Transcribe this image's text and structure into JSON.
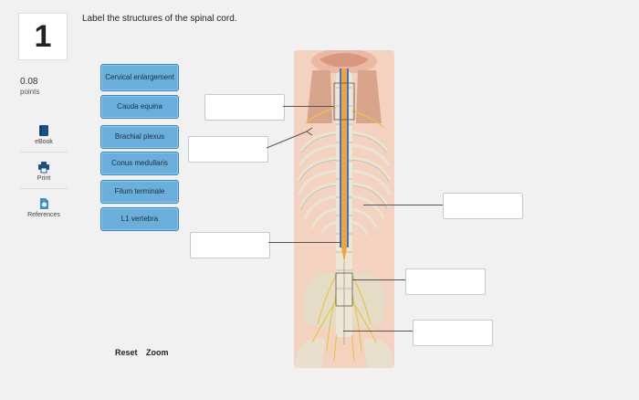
{
  "question": {
    "number": "1",
    "prompt": "Label the structures of the spinal cord."
  },
  "points": {
    "value": "0.08",
    "label": "points"
  },
  "tools": [
    {
      "label": "eBook",
      "icon": "book-icon"
    },
    {
      "label": "Print",
      "icon": "printer-icon"
    },
    {
      "label": "References",
      "icon": "references-icon"
    }
  ],
  "labels": [
    "Cervical enlargement",
    "Cauda equina",
    "Brachial plexus",
    "Conus medullaris",
    "Filum terminale",
    "L1 vertebra"
  ],
  "controls": {
    "reset": "Reset",
    "zoom": "Zoom"
  },
  "colors": {
    "label_fill": "#6aaedb",
    "label_border": "#3a86bf",
    "background": "#f1f1f1"
  }
}
